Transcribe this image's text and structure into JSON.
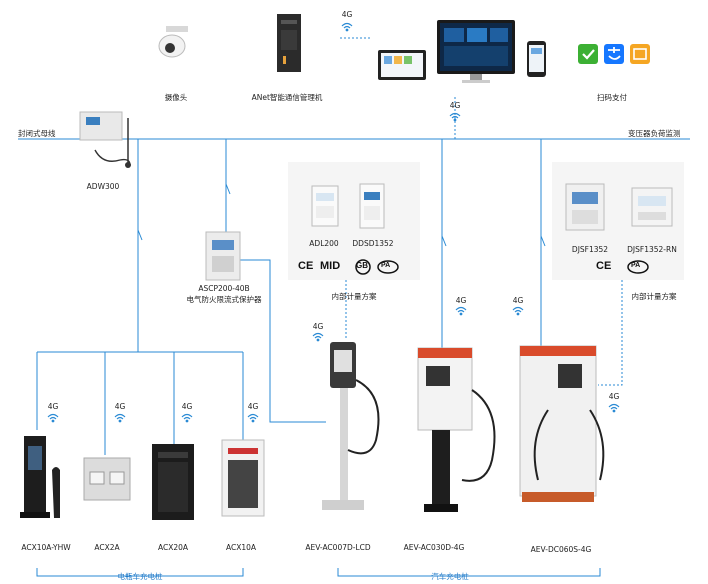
{
  "top": {
    "camera_label": "摄像头",
    "gateway_label": "ANet智能通信管理机",
    "gateway_signal": "4G",
    "payment_label": "扫码支付",
    "bus_signal": "4G"
  },
  "bus": {
    "left_label": "封闭式母线",
    "right_label": "变压器负荷监测",
    "meter_label": "ADW300"
  },
  "protector": {
    "model": "ASCP200-40B",
    "name": "电气防火限流式保护器"
  },
  "panel_left": {
    "models": [
      "ADL200",
      "DDSD1352"
    ],
    "certs": [
      "CE",
      "MID",
      "GB",
      "PA"
    ],
    "caption": "内部计量方案"
  },
  "panel_right": {
    "models": [
      "DJSF1352",
      "DJSF1352-RN"
    ],
    "certs": [
      "CE",
      "PA"
    ],
    "caption": "内部计量方案"
  },
  "ebike": {
    "signal": "4G",
    "devices": [
      "ACX10A-YHW",
      "ACX2A",
      "ACX20A",
      "ACX10A"
    ],
    "group_label": "电瓶车充电桩"
  },
  "ev": {
    "signal": "4G",
    "devices": [
      "AEV-AC007D-LCD",
      "AEV-AC030D-4G",
      "AEV-DC060S-4G"
    ],
    "group_label": "汽车充电桩"
  },
  "colors": {
    "line": "#2a8ad4",
    "dashed": "#2a8ad4",
    "accent": "#1e78c8",
    "panel_bg": "#f6f6f6"
  }
}
